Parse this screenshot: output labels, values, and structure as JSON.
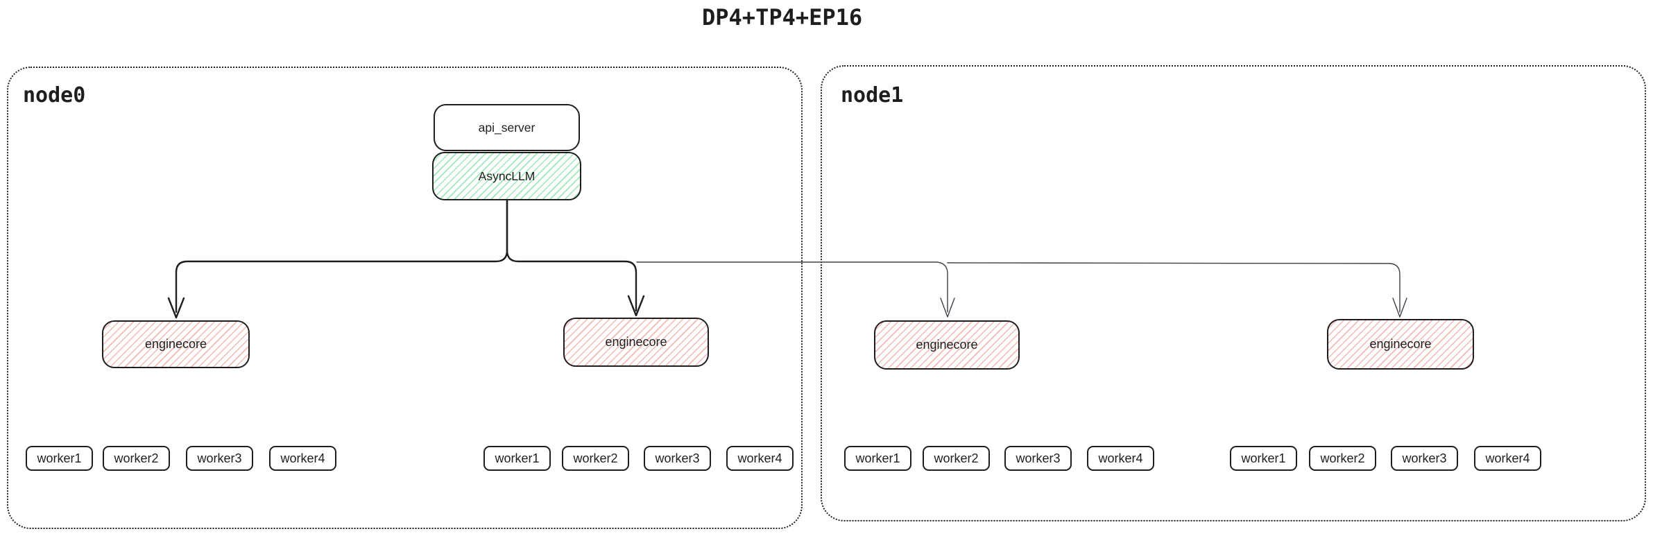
{
  "diagram": {
    "title": "DP4+TP4+EP16",
    "colors": {
      "ink": "#1e1e1e",
      "thin_line": "#3d4147",
      "green_hatch": "#9ce8b6",
      "red_hatch": "#f5b8b2",
      "background": "#ffffff"
    },
    "nodes": [
      {
        "label": "node0",
        "api_server_label": "api_server",
        "asyncllm_label": "AsyncLLM",
        "enginecores": [
          {
            "label": "enginecore",
            "workers": [
              "worker1",
              "worker2",
              "worker3",
              "worker4"
            ]
          },
          {
            "label": "enginecore",
            "workers": [
              "worker1",
              "worker2",
              "worker3",
              "worker4"
            ]
          }
        ]
      },
      {
        "label": "node1",
        "enginecores": [
          {
            "label": "enginecore",
            "workers": [
              "worker1",
              "worker2",
              "worker3",
              "worker4"
            ]
          },
          {
            "label": "enginecore",
            "workers": [
              "worker1",
              "worker2",
              "worker3",
              "worker4"
            ]
          }
        ]
      }
    ]
  }
}
